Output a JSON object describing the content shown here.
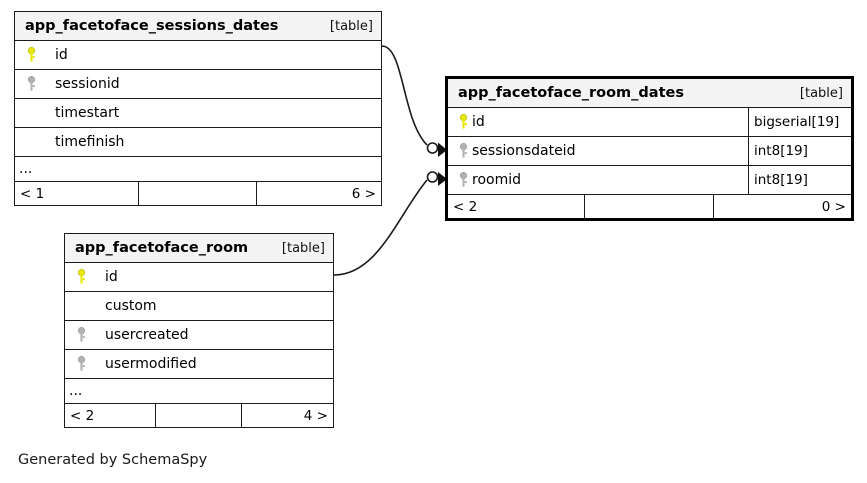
{
  "diagram": {
    "caption": "Generated by SchemaSpy",
    "table_tag": "[table]",
    "ellipsis": "...",
    "colors": {
      "primary_key": "#e8e80d",
      "foreign_key": "#b3b3b3",
      "border": "#1a1a1a",
      "header_bg": "#f4f4f4",
      "background": "#ffffff",
      "text": "#000000"
    }
  },
  "tables": [
    {
      "name": "app_facetoface_sessions_dates",
      "tag": "[table]",
      "focus": false,
      "columns": [
        {
          "label": "id",
          "key": "primary-key-icon",
          "type": ""
        },
        {
          "label": "sessionid",
          "key": "foreign-key-icon",
          "type": ""
        },
        {
          "label": "timestart",
          "key": "none",
          "type": ""
        },
        {
          "label": "timefinish",
          "key": "none",
          "type": ""
        }
      ],
      "has_ellipsis": true,
      "footer": {
        "left": "< 1",
        "middle": "",
        "right": "6 >"
      }
    },
    {
      "name": "app_facetoface_room_dates",
      "tag": "[table]",
      "focus": true,
      "columns": [
        {
          "label": "id",
          "key": "primary-key-icon",
          "type": "bigserial[19]"
        },
        {
          "label": "sessionsdateid",
          "key": "foreign-key-icon",
          "type": "int8[19]"
        },
        {
          "label": "roomid",
          "key": "foreign-key-icon",
          "type": "int8[19]"
        }
      ],
      "has_ellipsis": false,
      "footer": {
        "left": "< 2",
        "middle": "",
        "right": "0 >"
      }
    },
    {
      "name": "app_facetoface_room",
      "tag": "[table]",
      "focus": false,
      "columns": [
        {
          "label": "id",
          "key": "primary-key-icon",
          "type": ""
        },
        {
          "label": "custom",
          "key": "none",
          "type": ""
        },
        {
          "label": "usercreated",
          "key": "foreign-key-icon",
          "type": ""
        },
        {
          "label": "usermodified",
          "key": "foreign-key-icon",
          "type": ""
        }
      ],
      "has_ellipsis": true,
      "footer": {
        "left": "< 2",
        "middle": "",
        "right": "4 >"
      }
    }
  ],
  "relationships": [
    {
      "from_table": "app_facetoface_sessions_dates",
      "from_column": "id",
      "to_table": "app_facetoface_room_dates",
      "to_column": "sessionsdateid",
      "start_marker": "none",
      "end_marker": "zero-or-more"
    },
    {
      "from_table": "app_facetoface_room",
      "from_column": "id",
      "to_table": "app_facetoface_room_dates",
      "to_column": "roomid",
      "start_marker": "none",
      "end_marker": "zero-or-more"
    }
  ]
}
